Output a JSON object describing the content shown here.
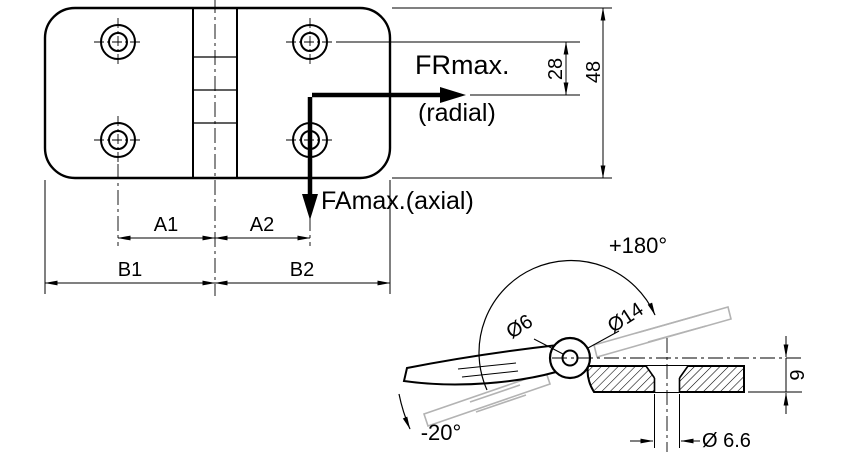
{
  "drawing": {
    "title": "hinge-technical-drawing",
    "top_view": {
      "force_radial_label": "FRmax.",
      "force_radial_sub": "(radial)",
      "force_axial_label": "FAmax.(axial)",
      "dim_pitch": "28",
      "dim_height": "48",
      "dim_a1": "A1",
      "dim_a2": "A2",
      "dim_b1": "B1",
      "dim_b2": "B2"
    },
    "side_view": {
      "angle_open": "+180°",
      "angle_closed": "-20°",
      "dia_pin": "Ø6",
      "dia_knuckle": "Ø14",
      "dia_hole": "Ø 6.6",
      "dim_thickness": "9"
    },
    "colors": {
      "line": "#000000",
      "ghost": "#b3b3b3",
      "background": "#ffffff"
    }
  }
}
